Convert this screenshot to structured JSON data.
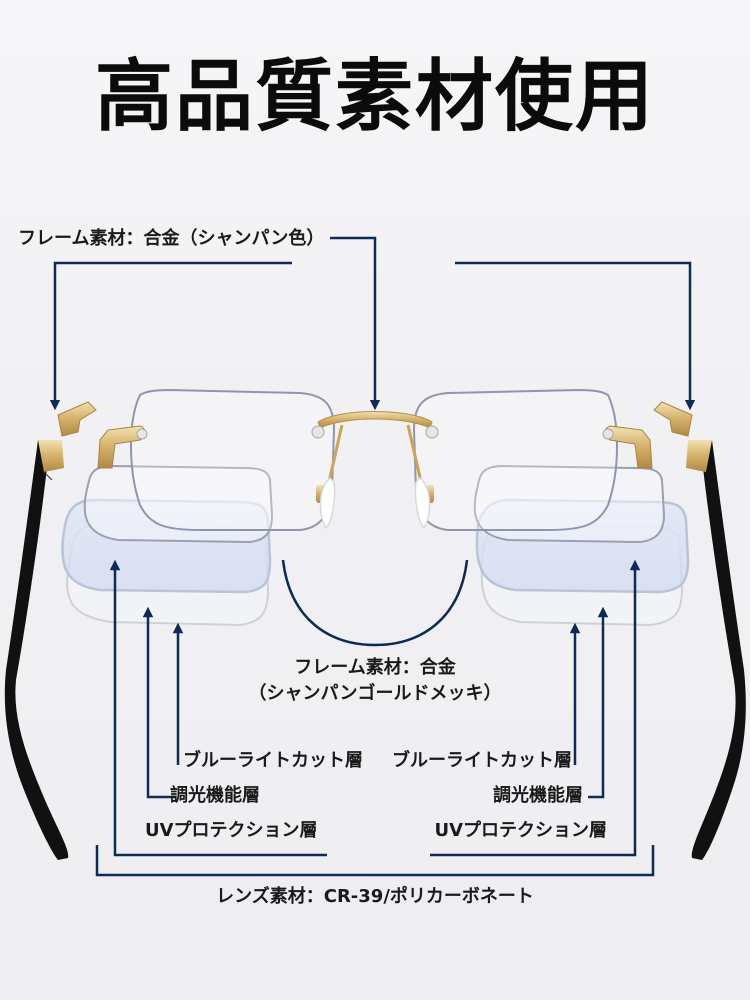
{
  "title": "高品質素材使用",
  "colors": {
    "line": "#0f2a55",
    "gold": "#d9b978",
    "temple": "#111111",
    "background": "#f2f2f5"
  },
  "labels": {
    "frame_top": "フレーム素材：合金（シャンパン色）",
    "frame_bridge_line1": "フレーム素材：合金",
    "frame_bridge_line2": "（シャンパンゴールドメッキ）",
    "left_layers": [
      "ブルーライトカット層",
      "調光機能層",
      "UVプロテクション層"
    ],
    "right_layers": [
      "ブルーライトカット層",
      "調光機能層",
      "UVプロテクション層"
    ],
    "lens_material": "レンズ素材：CR-39/ポリカーボネート"
  }
}
